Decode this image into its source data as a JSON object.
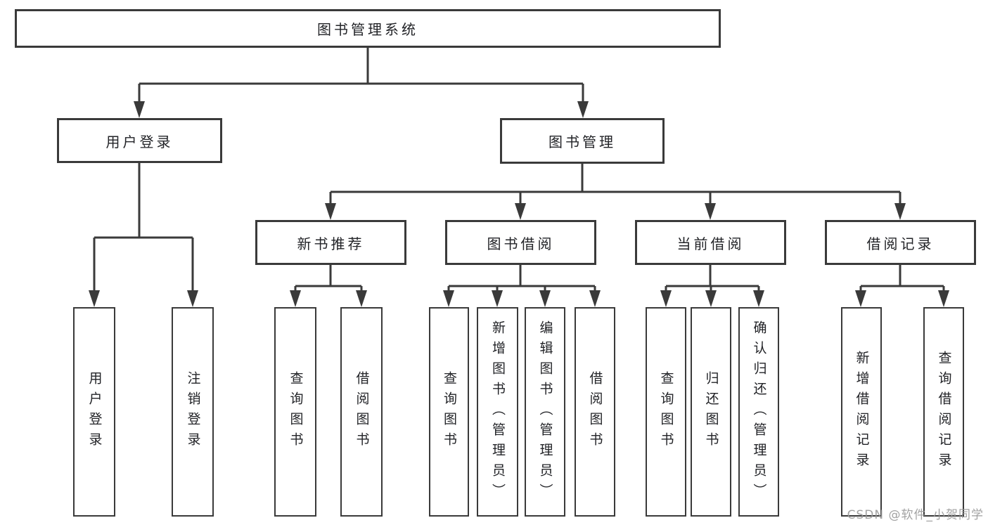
{
  "tree": {
    "root": {
      "label": "图书管理系统",
      "children": [
        {
          "label": "用户登录",
          "children": [
            {
              "label": "用户登录"
            },
            {
              "label": "注销登录"
            }
          ]
        },
        {
          "label": "图书管理",
          "children": [
            {
              "label": "新书推荐",
              "children": [
                {
                  "label": "查询图书"
                },
                {
                  "label": "借阅图书"
                }
              ]
            },
            {
              "label": "图书借阅",
              "children": [
                {
                  "label": "查询图书"
                },
                {
                  "label": "新增图书（管理员）"
                },
                {
                  "label": "编辑图书（管理员）"
                },
                {
                  "label": "借阅图书"
                }
              ]
            },
            {
              "label": "当前借阅",
              "children": [
                {
                  "label": "查询图书"
                },
                {
                  "label": "归还图书"
                },
                {
                  "label": "确认归还（管理员）"
                }
              ]
            },
            {
              "label": "借阅记录",
              "children": [
                {
                  "label": "新增借阅记录"
                },
                {
                  "label": "查询借阅记录"
                }
              ]
            }
          ]
        }
      ]
    }
  },
  "watermark": {
    "text": "CSDN @软件_小贺同学"
  },
  "colors": {
    "line": "#3a3a3a",
    "text": "#222327",
    "background": "#ffffff",
    "watermark": "#989898"
  }
}
